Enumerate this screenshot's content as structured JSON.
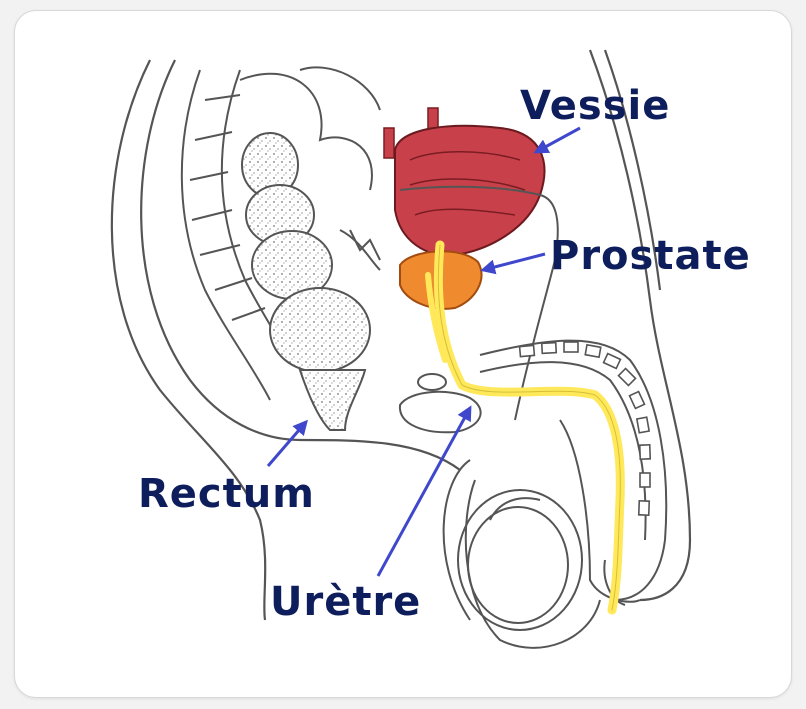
{
  "labels": {
    "vessie": "Vessie",
    "prostate": "Prostate",
    "rectum": "Rectum",
    "uretre": "Urètre"
  },
  "colors": {
    "label_text": "#0e1d5c",
    "arrow": "#3f48cc",
    "bladder": "#c8414a",
    "prostate": "#f08a2e",
    "urethra": "#ffe85a",
    "outline": "#555555"
  }
}
